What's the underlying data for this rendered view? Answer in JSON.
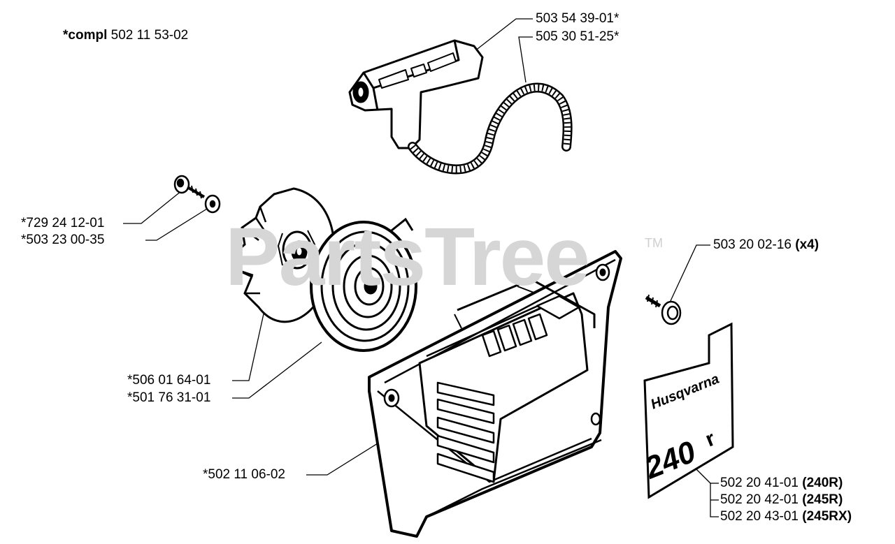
{
  "header": {
    "compl_prefix": "*compl",
    "compl_number": "502 11 53-02"
  },
  "watermark": {
    "text": "PartsTree",
    "trademark": "TM"
  },
  "decal": {
    "brand": "Husqvarna",
    "model": "240",
    "model_suffix": "r"
  },
  "parts": {
    "handle": "503 54 39-01*",
    "rope": "505 30 51-25*",
    "screw_small": "*729 24 12-01",
    "washer": "*503 23 00-35",
    "screw_qty_number": "503 20 02-16",
    "screw_qty_suffix": "(x4)",
    "pulley": "*506 01 64-01",
    "spring": "*501 76 31-01",
    "cover": "*502 11 06-02",
    "decal_240": "502 20 41-01",
    "decal_240_model": "(240R)",
    "decal_245": "502 20 42-01",
    "decal_245_model": "(245R)",
    "decal_245x": "502 20 43-01",
    "decal_245x_model": "(245RX)"
  }
}
